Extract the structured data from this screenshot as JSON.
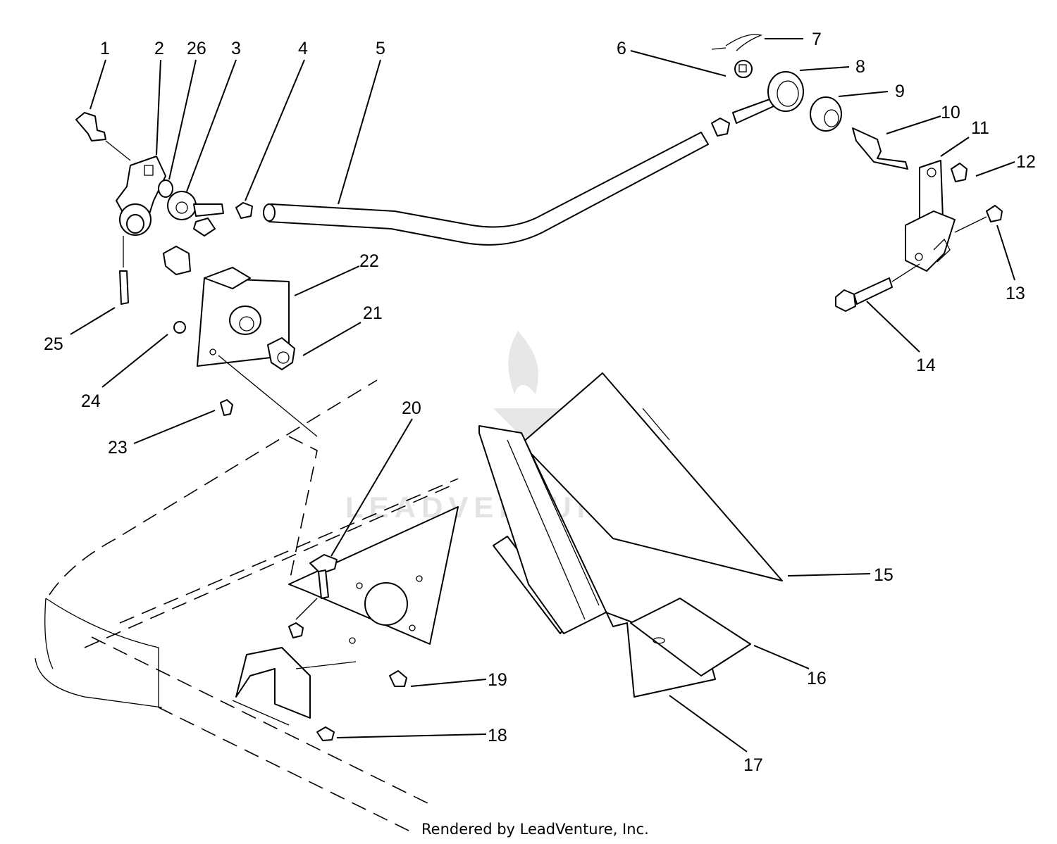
{
  "watermark": "LEADVENTURE",
  "credit": "Rendered by LeadVenture, Inc.",
  "callouts": [
    {
      "id": "c1",
      "label": "1"
    },
    {
      "id": "c2",
      "label": "2"
    },
    {
      "id": "c26",
      "label": "26"
    },
    {
      "id": "c3",
      "label": "3"
    },
    {
      "id": "c4",
      "label": "4"
    },
    {
      "id": "c5",
      "label": "5"
    },
    {
      "id": "c6",
      "label": "6"
    },
    {
      "id": "c7",
      "label": "7"
    },
    {
      "id": "c8",
      "label": "8"
    },
    {
      "id": "c9",
      "label": "9"
    },
    {
      "id": "c10",
      "label": "10"
    },
    {
      "id": "c11",
      "label": "11"
    },
    {
      "id": "c12",
      "label": "12"
    },
    {
      "id": "c13",
      "label": "13"
    },
    {
      "id": "c14",
      "label": "14"
    },
    {
      "id": "c15",
      "label": "15"
    },
    {
      "id": "c16",
      "label": "16"
    },
    {
      "id": "c17",
      "label": "17"
    },
    {
      "id": "c18",
      "label": "18"
    },
    {
      "id": "c19",
      "label": "19"
    },
    {
      "id": "c20",
      "label": "20"
    },
    {
      "id": "c21",
      "label": "21"
    },
    {
      "id": "c22",
      "label": "22"
    },
    {
      "id": "c23",
      "label": "23"
    },
    {
      "id": "c24",
      "label": "24"
    },
    {
      "id": "c25",
      "label": "25"
    }
  ]
}
